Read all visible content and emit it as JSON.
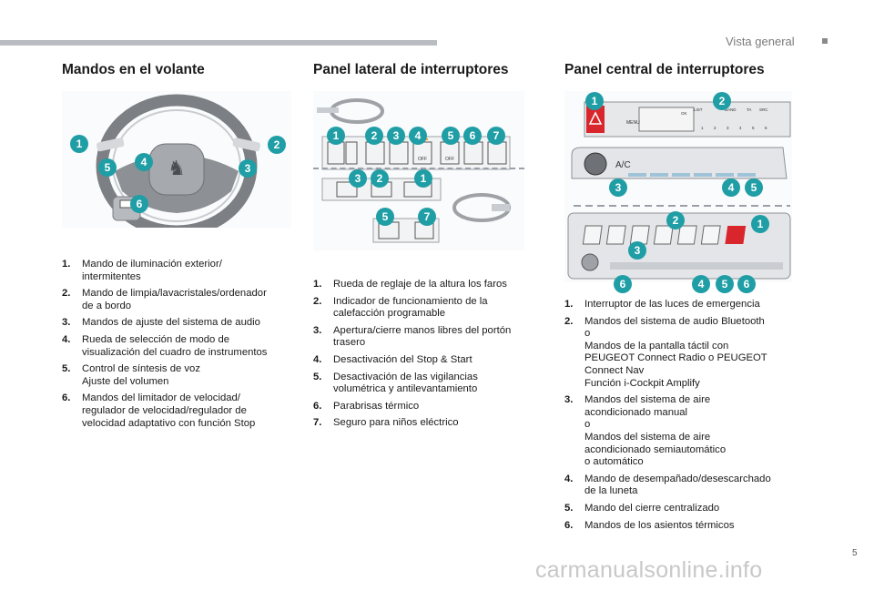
{
  "header": {
    "section": "Vista general"
  },
  "page_number": "5",
  "watermark": "carmanualsonline.info",
  "sections": [
    {
      "title": "Mandos en el volante",
      "badges": [
        "1",
        "2",
        "3",
        "4",
        "5",
        "6"
      ],
      "items": [
        {
          "n": "1.",
          "t": "Mando de iluminación exterior/\nintermitentes"
        },
        {
          "n": "2.",
          "t": "Mando de limpia/lavacristales/ordenador\nde a bordo"
        },
        {
          "n": "3.",
          "t": "Mandos de ajuste del sistema de audio"
        },
        {
          "n": "4.",
          "t": "Rueda de selección de modo de\nvisualización del cuadro de instrumentos"
        },
        {
          "n": "5.",
          "t": "Control de síntesis de voz\nAjuste del volumen"
        },
        {
          "n": "6.",
          "t": "Mandos del limitador de velocidad/\nregulador de velocidad/regulador de\nvelocidad adaptativo con función Stop"
        }
      ]
    },
    {
      "title": "Panel lateral de interruptores",
      "badges": [
        "1",
        "2",
        "3",
        "4",
        "5",
        "6",
        "7",
        "3",
        "2",
        "1",
        "5",
        "7"
      ],
      "panel_labels": {
        "off1": "OFF",
        "off2": "OFF"
      },
      "items": [
        {
          "n": "1.",
          "t": "Rueda de reglaje de la altura los faros"
        },
        {
          "n": "2.",
          "t": "Indicador de funcionamiento de la\ncalefacción programable"
        },
        {
          "n": "3.",
          "t": "Apertura/cierre manos libres del portón\ntrasero"
        },
        {
          "n": "4.",
          "t": "Desactivación del Stop & Start"
        },
        {
          "n": "5.",
          "t": "Desactivación de las vigilancias\nvolumétrica y antilevantamiento"
        },
        {
          "n": "6.",
          "t": "Parabrisas térmico"
        },
        {
          "n": "7.",
          "t": "Seguro para niños eléctrico"
        }
      ]
    },
    {
      "title": "Panel central de interruptores",
      "badges": [
        "1",
        "2",
        "3",
        "4",
        "5",
        "2",
        "1",
        "3",
        "6",
        "4",
        "5",
        "6"
      ],
      "panel_labels": {
        "menu": "MENU",
        "list": "LIST",
        "band": "BAND",
        "ta": "TA",
        "src": "SRC",
        "ok": "OK",
        "ac": "A/C",
        "presets": [
          "1",
          "2",
          "3",
          "4",
          "5",
          "6"
        ]
      },
      "items": [
        {
          "n": "1.",
          "t": "Interruptor de las luces de emergencia"
        },
        {
          "n": "2.",
          "t": "Mandos del sistema de audio Bluetooth\no\nMandos de la pantalla táctil con\nPEUGEOT Connect Radio o PEUGEOT\nConnect Nav\nFunción i-Cockpit Amplify"
        },
        {
          "n": "3.",
          "t": "Mandos del sistema de aire\nacondicionado manual\no\nMandos del sistema de aire\nacondicionado semiautomático\no automático"
        },
        {
          "n": "4.",
          "t": "Mando de desempañado/desescarchado\nde la luneta"
        },
        {
          "n": "5.",
          "t": "Mando del cierre centralizado"
        },
        {
          "n": "6.",
          "t": "Mandos de los asientos térmicos"
        }
      ]
    }
  ],
  "colors": {
    "accent": "#1f9ea6",
    "hazard": "#d9262c",
    "bar": "#b9bdc2"
  }
}
